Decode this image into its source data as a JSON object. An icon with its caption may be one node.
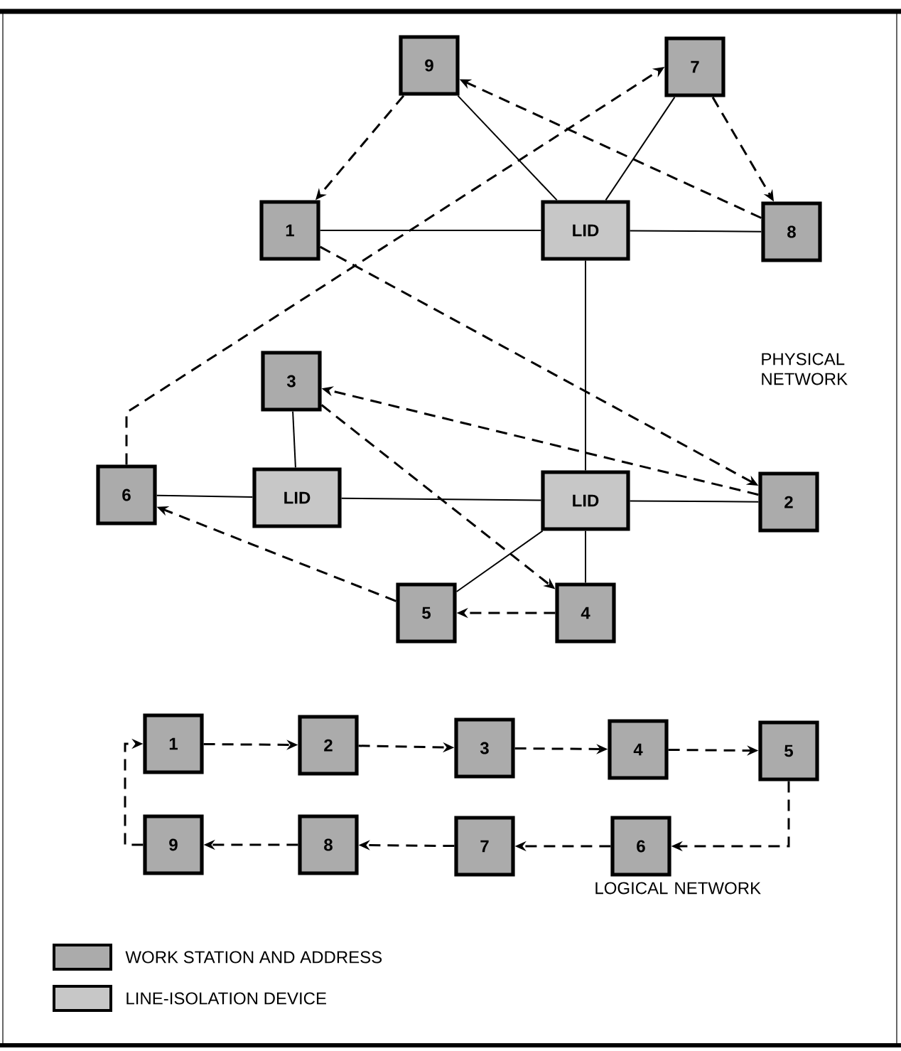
{
  "diagram": {
    "nodes": [
      {
        "text": [
          "9"
        ]
      },
      {
        "text": [
          "7"
        ]
      },
      {
        "text": [
          "1"
        ]
      },
      {
        "text": [
          "LID"
        ]
      },
      {
        "text": [
          "8"
        ]
      },
      {
        "text": [
          "3"
        ]
      },
      {
        "text": [
          "6"
        ]
      },
      {
        "text": [
          "LID"
        ]
      },
      {
        "text": [
          "LID"
        ]
      },
      {
        "text": [
          "2"
        ]
      },
      {
        "text": [
          "5"
        ]
      },
      {
        "text": [
          "4"
        ]
      },
      {
        "text": [
          "1"
        ]
      },
      {
        "text": [
          "2"
        ]
      },
      {
        "text": [
          "3"
        ]
      },
      {
        "text": [
          "4"
        ]
      },
      {
        "text": [
          "5"
        ]
      },
      {
        "text": [
          "6"
        ]
      },
      {
        "text": [
          "7"
        ]
      },
      {
        "text": [
          "8"
        ]
      },
      {
        "text": [
          "9"
        ]
      }
    ],
    "edges": [
      {
        "from": 2,
        "to": 3,
        "arrow": "none"
      },
      {
        "from": 3,
        "to": 4,
        "arrow": "none"
      },
      {
        "from": 0,
        "to": 3,
        "arrow": "none"
      },
      {
        "from": 1,
        "to": 3,
        "arrow": "none"
      },
      {
        "from": 3,
        "to": 8,
        "arrow": "none"
      },
      {
        "from": 8,
        "to": 9,
        "arrow": "none"
      },
      {
        "from": 8,
        "to": 11,
        "arrow": "none"
      },
      {
        "from": 8,
        "to": 10,
        "arrow": "none"
      },
      {
        "from": 8,
        "to": 7,
        "arrow": "none"
      },
      {
        "from": 7,
        "to": 6,
        "arrow": "none"
      },
      {
        "from": 7,
        "to": 5,
        "arrow": "none"
      },
      {
        "from": 0,
        "to": 2,
        "arrow": "to",
        "style": "dashed"
      },
      {
        "from": 2,
        "to": 9,
        "arrow": "to",
        "style": "dashed"
      },
      {
        "from": 9,
        "to": 5,
        "arrow": "to",
        "style": "dashed"
      },
      {
        "from": 5,
        "to": 11,
        "arrow": "to",
        "style": "dashed"
      },
      {
        "from": 11,
        "to": 10,
        "arrow": "to",
        "style": "dashed"
      },
      {
        "from": 10,
        "to": 6,
        "arrow": "to",
        "style": "dashed"
      },
      {
        "from": 6,
        "to": 1,
        "arrow": "to",
        "style": "dashed"
      },
      {
        "from": 1,
        "to": 4,
        "arrow": "to",
        "style": "dashed"
      },
      {
        "from": 4,
        "to": 0,
        "arrow": "to",
        "style": "dashed"
      },
      {
        "from": 12,
        "to": 13,
        "arrow": "to",
        "style": "dashed"
      },
      {
        "from": 13,
        "to": 14,
        "arrow": "to",
        "style": "dashed"
      },
      {
        "from": 14,
        "to": 15,
        "arrow": "to",
        "style": "dashed"
      },
      {
        "from": 15,
        "to": 16,
        "arrow": "to",
        "style": "dashed"
      },
      {
        "from": 16,
        "to": 17,
        "arrow": "to",
        "style": "dashed"
      },
      {
        "from": 17,
        "to": 18,
        "arrow": "to",
        "style": "dashed"
      },
      {
        "from": 18,
        "to": 19,
        "arrow": "to",
        "style": "dashed"
      },
      {
        "from": 19,
        "to": 20,
        "arrow": "to",
        "style": "dashed"
      },
      {
        "from": 20,
        "to": 12,
        "arrow": "to",
        "style": "dashed"
      }
    ],
    "labels": [
      "PHYSICAL NETWORK",
      "LOGICAL NETWORK"
    ],
    "legend": [
      {
        "text": "WORK STATION AND ADDRESS"
      },
      {
        "text": "LINE-ISOLATION DEVICE"
      }
    ]
  }
}
